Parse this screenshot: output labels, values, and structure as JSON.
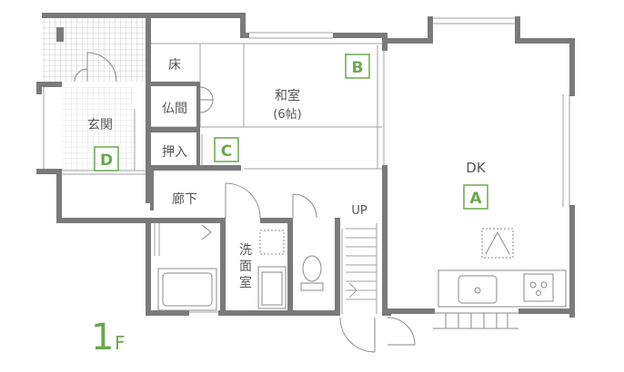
{
  "floor_label": {
    "number": "1",
    "suffix": "F"
  },
  "rooms": {
    "dk": "DK",
    "washitsu": "和室",
    "washitsu_size": "(6帖)",
    "genkan": "玄関",
    "rouka": "廊下",
    "butsuma": "仏間",
    "oshiire": "押入",
    "toko": "床",
    "senmen_1": "洗",
    "senmen_2": "面",
    "senmen_3": "室",
    "stairs": "UP"
  },
  "markers": {
    "a": "A",
    "b": "B",
    "c": "C",
    "d": "D"
  },
  "colors": {
    "wall": "#7a7a7a",
    "line": "#9a9a9a",
    "marker": "#6aa84f",
    "text": "#555555"
  }
}
